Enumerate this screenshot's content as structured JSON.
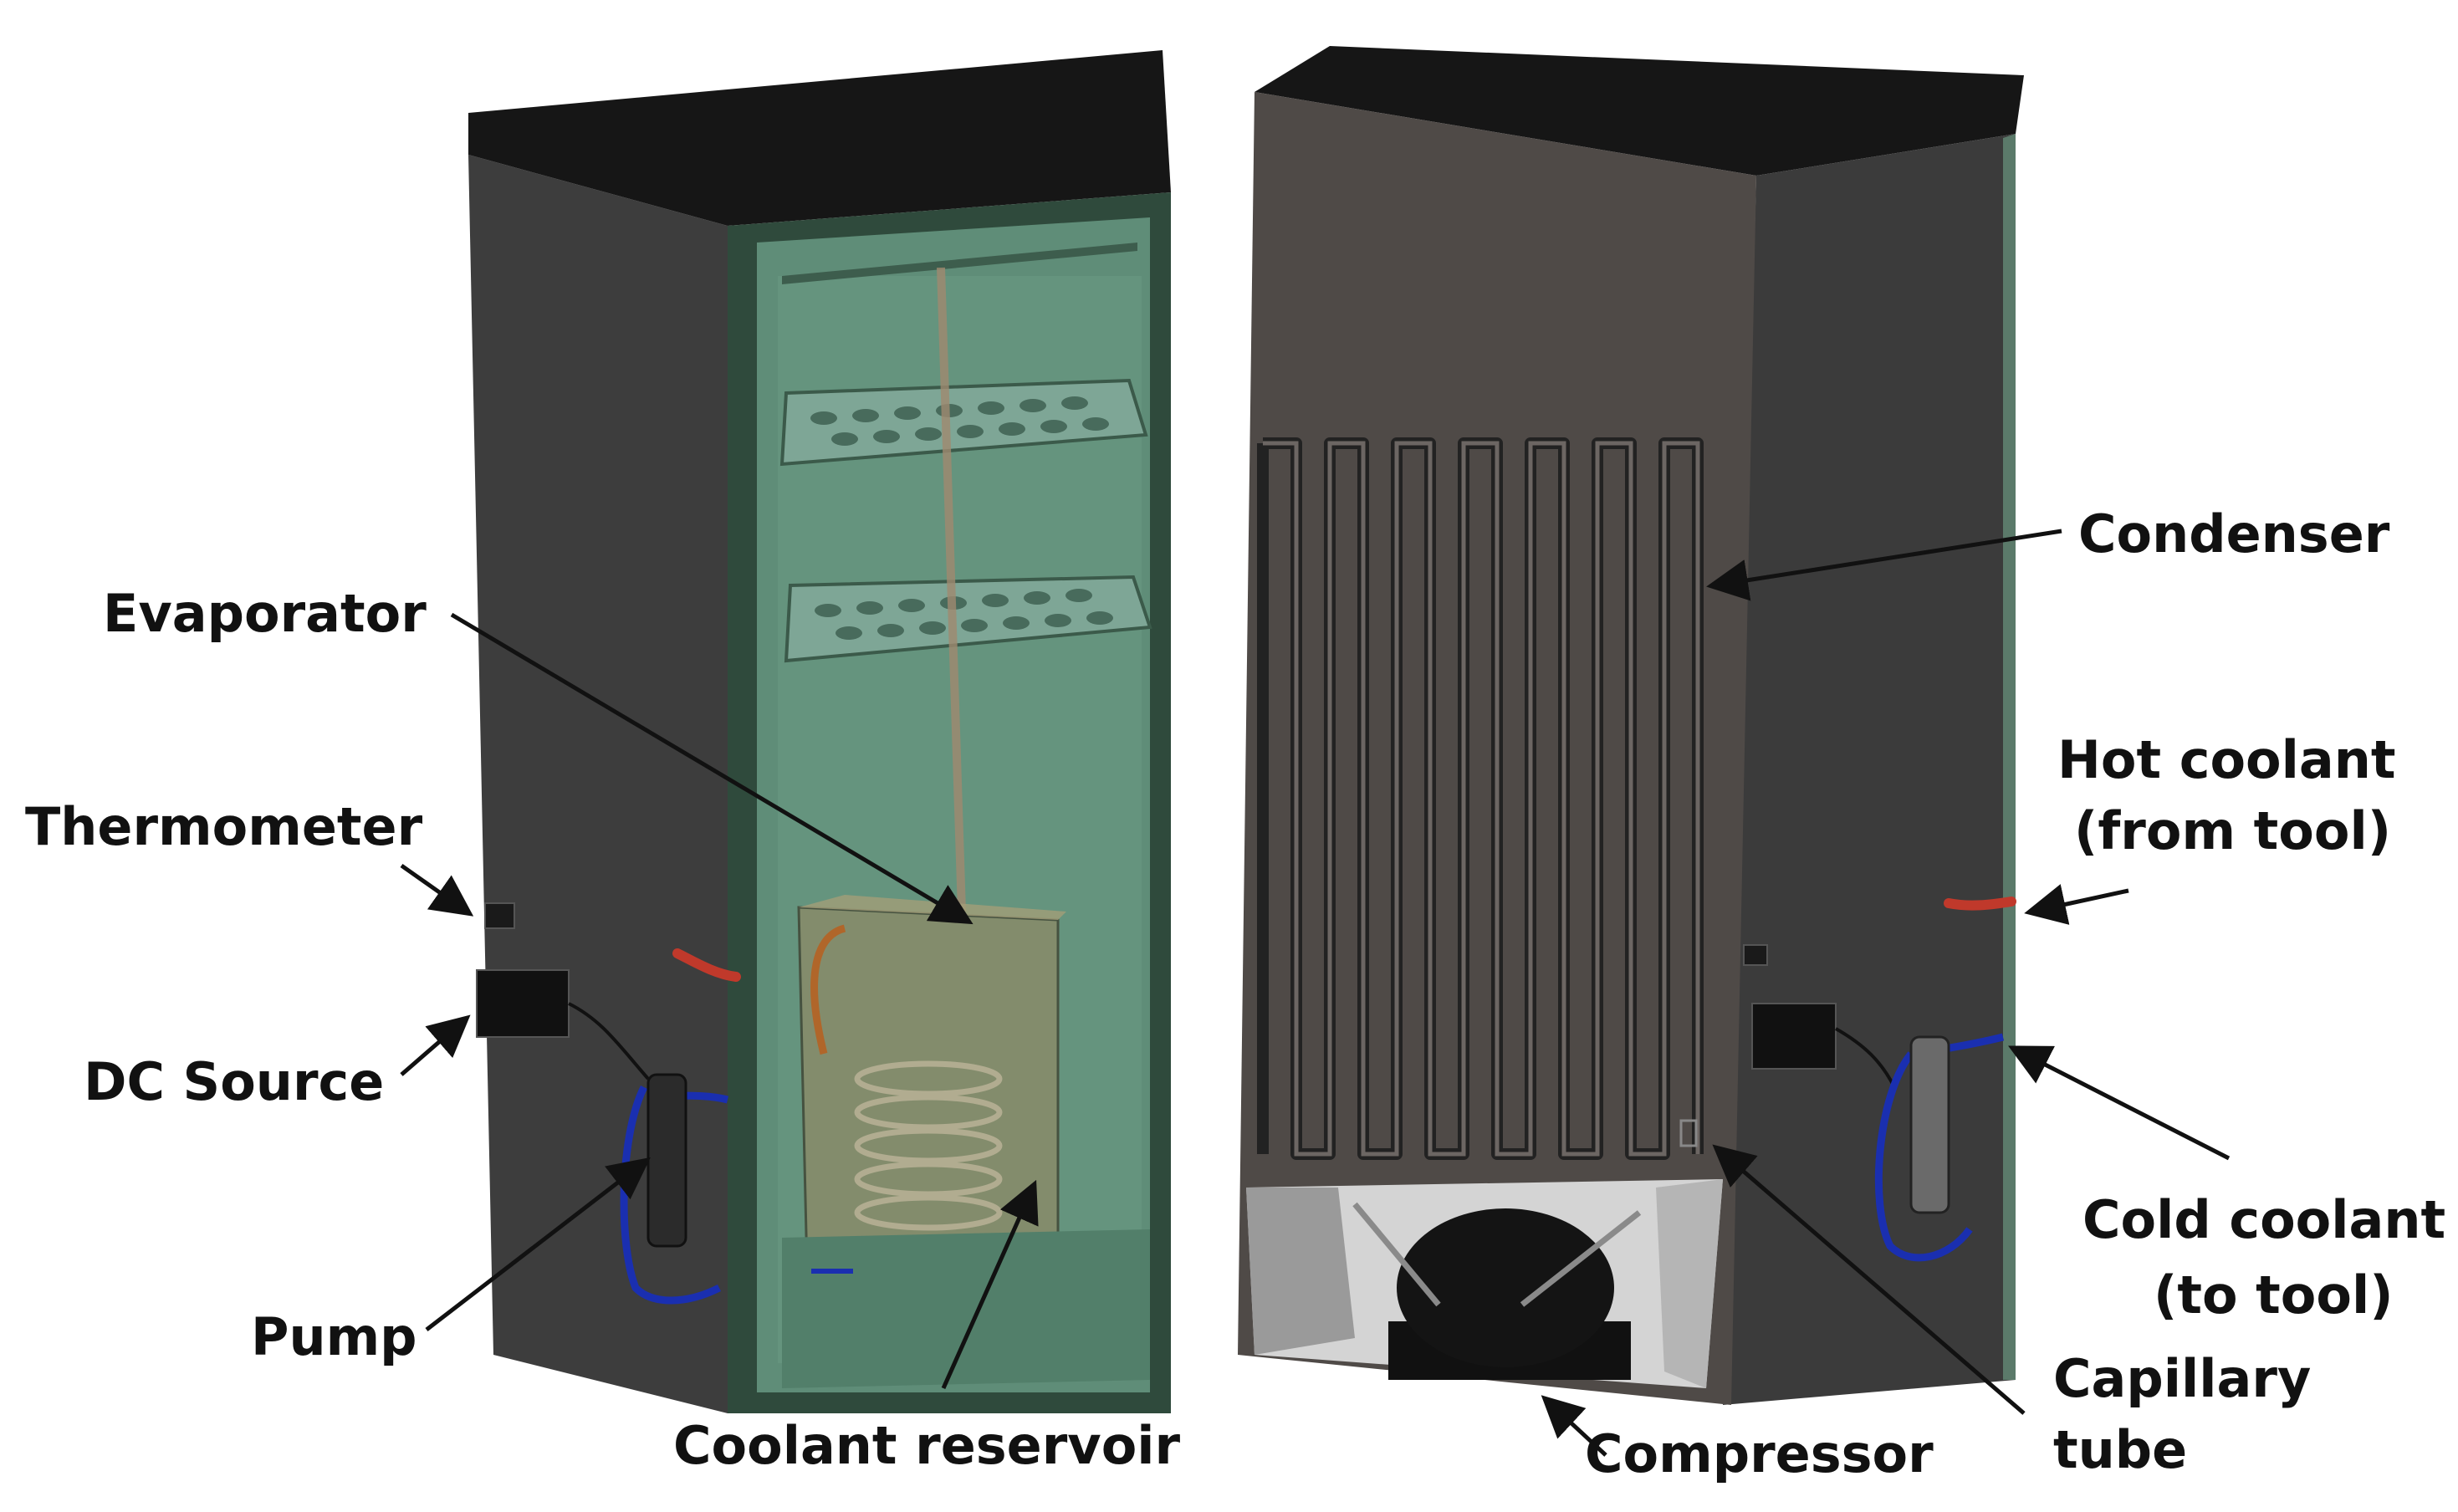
{
  "figure": {
    "labels": {
      "evaporator": "Evaporator",
      "thermometer": "Thermometer",
      "dc_source": "DC Source",
      "pump": "Pump",
      "coolant_reservoir": "Coolant reservoir",
      "condenser": "Condenser",
      "hot_coolant_line1": "Hot coolant",
      "hot_coolant_line2": "(from tool)",
      "cold_coolant_line1": "Cold coolant",
      "cold_coolant_line2": "(to tool)",
      "capillary_line1": "Capillary",
      "capillary_line2": "tube",
      "compressor": "Compressor"
    },
    "colors": {
      "cabinet_side": "#3b3b3b",
      "cabinet_top": "#141414",
      "interior": "#5f8f78",
      "frame": "#2f4f3f",
      "back_panel": "#4e4946",
      "coil": "#2a2a2a",
      "hot_hose": "#c0392b",
      "cold_hose": "#1a2fb0",
      "reservoir": "#8a8a62"
    }
  }
}
